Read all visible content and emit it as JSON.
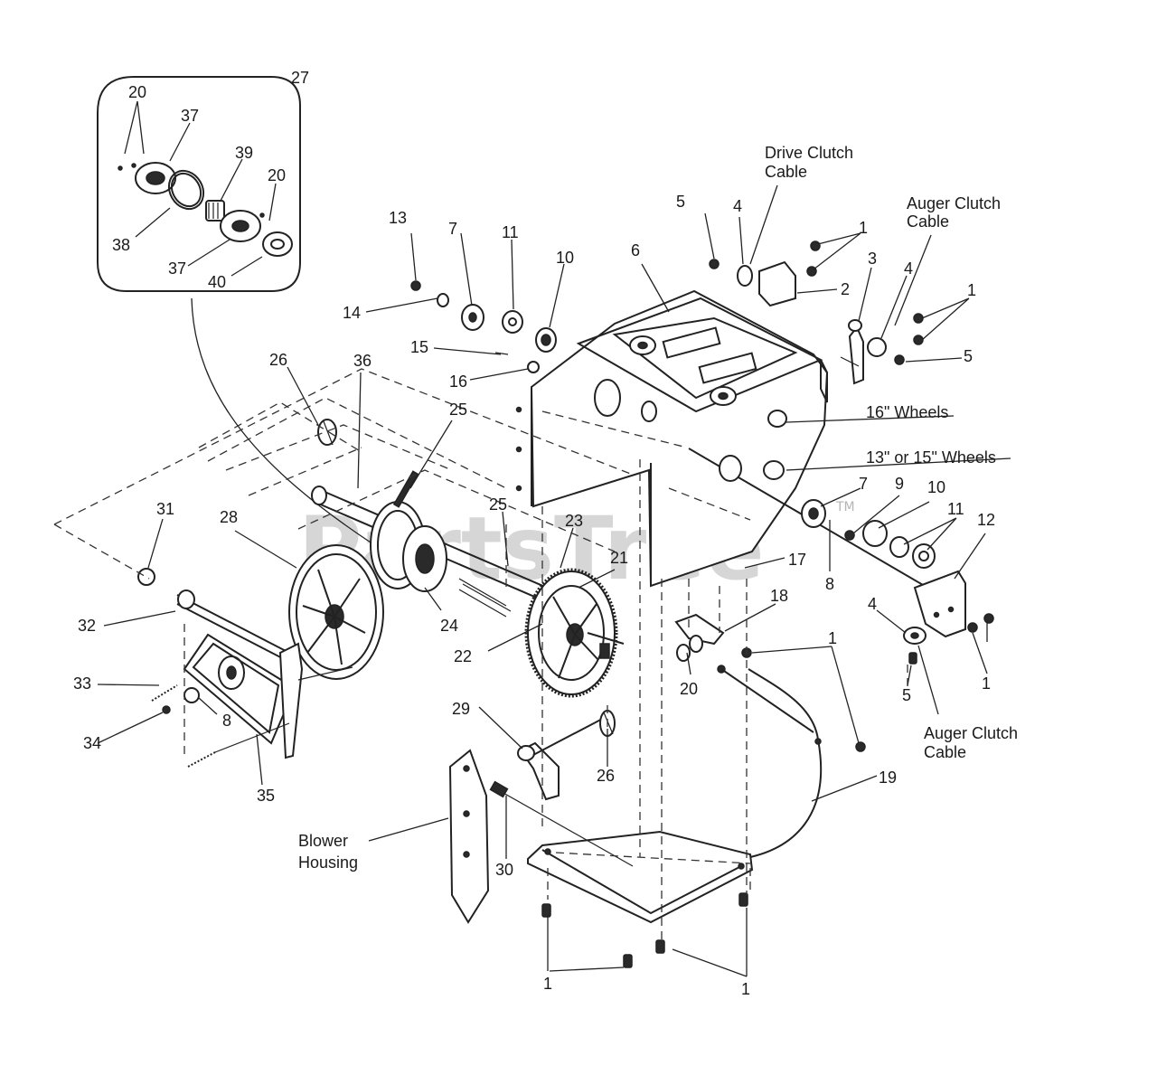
{
  "watermark": {
    "text": "PartsTree",
    "tm": "TM"
  },
  "callouts": [
    {
      "id": "c27",
      "label": "27"
    },
    {
      "id": "c20a",
      "label": "20"
    },
    {
      "id": "c37a",
      "label": "37"
    },
    {
      "id": "c39",
      "label": "39"
    },
    {
      "id": "c20b",
      "label": "20"
    },
    {
      "id": "c38",
      "label": "38"
    },
    {
      "id": "c37b",
      "label": "37"
    },
    {
      "id": "c40",
      "label": "40"
    },
    {
      "id": "c13",
      "label": "13"
    },
    {
      "id": "c7a",
      "label": "7"
    },
    {
      "id": "c11a",
      "label": "11"
    },
    {
      "id": "c10a",
      "label": "10"
    },
    {
      "id": "c6",
      "label": "6"
    },
    {
      "id": "c5a",
      "label": "5"
    },
    {
      "id": "c4a",
      "label": "4"
    },
    {
      "id": "c1a",
      "label": "1"
    },
    {
      "id": "c3",
      "label": "3"
    },
    {
      "id": "c4b",
      "label": "4"
    },
    {
      "id": "c1b",
      "label": "1"
    },
    {
      "id": "c2",
      "label": "2"
    },
    {
      "id": "c5b",
      "label": "5"
    },
    {
      "id": "c14",
      "label": "14"
    },
    {
      "id": "c15",
      "label": "15"
    },
    {
      "id": "c16",
      "label": "16"
    },
    {
      "id": "c26a",
      "label": "26"
    },
    {
      "id": "c36",
      "label": "36"
    },
    {
      "id": "c25a",
      "label": "25"
    },
    {
      "id": "c31",
      "label": "31"
    },
    {
      "id": "c28",
      "label": "28"
    },
    {
      "id": "c25b",
      "label": "25"
    },
    {
      "id": "c23",
      "label": "23"
    },
    {
      "id": "c21",
      "label": "21"
    },
    {
      "id": "c7b",
      "label": "7"
    },
    {
      "id": "c9",
      "label": "9"
    },
    {
      "id": "c10b",
      "label": "10"
    },
    {
      "id": "c11b",
      "label": "11"
    },
    {
      "id": "c12",
      "label": "12"
    },
    {
      "id": "c17",
      "label": "17"
    },
    {
      "id": "c8a",
      "label": "8"
    },
    {
      "id": "c18",
      "label": "18"
    },
    {
      "id": "c4c",
      "label": "4"
    },
    {
      "id": "c1c",
      "label": "1"
    },
    {
      "id": "c1d",
      "label": "1"
    },
    {
      "id": "c5c",
      "label": "5"
    },
    {
      "id": "c32",
      "label": "32"
    },
    {
      "id": "c24",
      "label": "24"
    },
    {
      "id": "c22",
      "label": "22"
    },
    {
      "id": "c20c",
      "label": "20"
    },
    {
      "id": "c33",
      "label": "33"
    },
    {
      "id": "c8b",
      "label": "8"
    },
    {
      "id": "c34",
      "label": "34"
    },
    {
      "id": "c29",
      "label": "29"
    },
    {
      "id": "c26b",
      "label": "26"
    },
    {
      "id": "c35",
      "label": "35"
    },
    {
      "id": "c19",
      "label": "19"
    },
    {
      "id": "c30",
      "label": "30"
    },
    {
      "id": "c1e",
      "label": "1"
    },
    {
      "id": "c1f",
      "label": "1"
    }
  ],
  "labels": {
    "drive_clutch_cable": [
      "Drive Clutch",
      "Cable"
    ],
    "auger_clutch_cable_top": [
      "Auger Clutch",
      "Cable"
    ],
    "wheels_16": "16\" Wheels",
    "wheels_13_15": "13\" or 15\" Wheels",
    "auger_clutch_cable_bottom": [
      "Auger Clutch",
      "Cable"
    ],
    "blower_housing": [
      "Blower",
      "Housing"
    ]
  }
}
